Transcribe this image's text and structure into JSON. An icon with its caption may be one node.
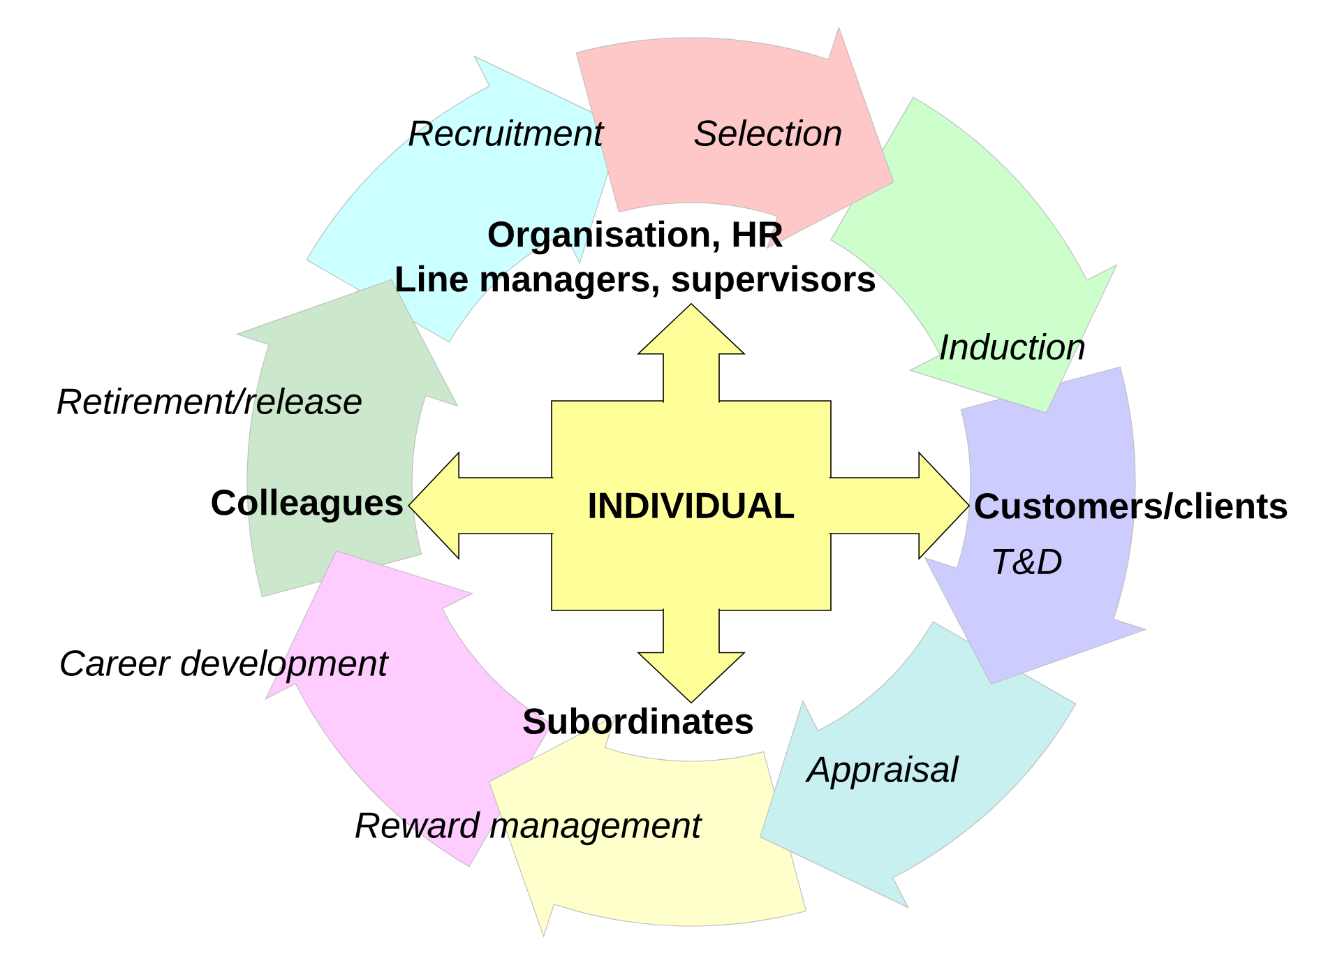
{
  "diagram": {
    "nodes": [
      {
        "text": [
          "Organisation, HR",
          "Line managers, supervisors"
        ]
      },
      {
        "text": [
          "Colleagues"
        ]
      },
      {
        "text": [
          "INDIVIDUAL"
        ]
      },
      {
        "text": [
          "Customers/clients"
        ]
      },
      {
        "text": [
          "Subordinates"
        ]
      }
    ],
    "edges": [
      {
        "from": 2,
        "to": 0,
        "arrow": "to"
      },
      {
        "from": 2,
        "to": 1,
        "arrow": "to"
      },
      {
        "from": 2,
        "to": 3,
        "arrow": "to"
      },
      {
        "from": 2,
        "to": 4,
        "arrow": "to"
      }
    ],
    "labels": [
      "Recruitment",
      "Selection",
      "Induction",
      "Retirement/release",
      "T&D",
      "Career development",
      "Appraisal",
      "Reward management"
    ]
  }
}
